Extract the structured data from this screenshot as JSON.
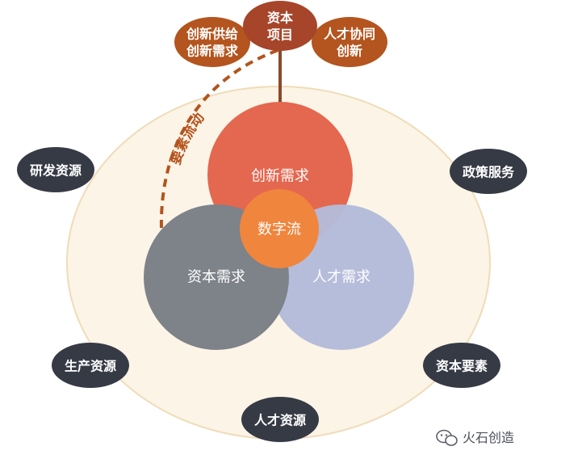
{
  "center_nodes": {
    "innovation_demand": "创新需求",
    "capital_demand": "资本需求",
    "talent_demand": "人才需求",
    "data_flow": "数字流"
  },
  "top_nodes": {
    "capital_projects": [
      "资本",
      "项目"
    ],
    "innovation_supply": [
      "创新供给",
      "创新需求"
    ],
    "talent_collab": [
      "人才协同",
      "创新"
    ]
  },
  "arc_label": "要素流动",
  "outer_resources": {
    "rd_resources": "研发资源",
    "policy_services": "政策服务",
    "production_resources": "生产资源",
    "capital_elements": "资本要素",
    "talent_resources": "人才资源"
  },
  "watermark": "火石创造",
  "colors": {
    "outer_fill": "#fcf4e6",
    "outer_stroke": "#efdcb9",
    "innovation": "#e4674f",
    "capital": "#7e8289",
    "talent": "#b4bbd9",
    "data_flow": "#f0853d",
    "brown": "#b4541e",
    "dark_pill": "#363a45",
    "top_dark": "#a6452a",
    "dashed": "#b4541e"
  }
}
